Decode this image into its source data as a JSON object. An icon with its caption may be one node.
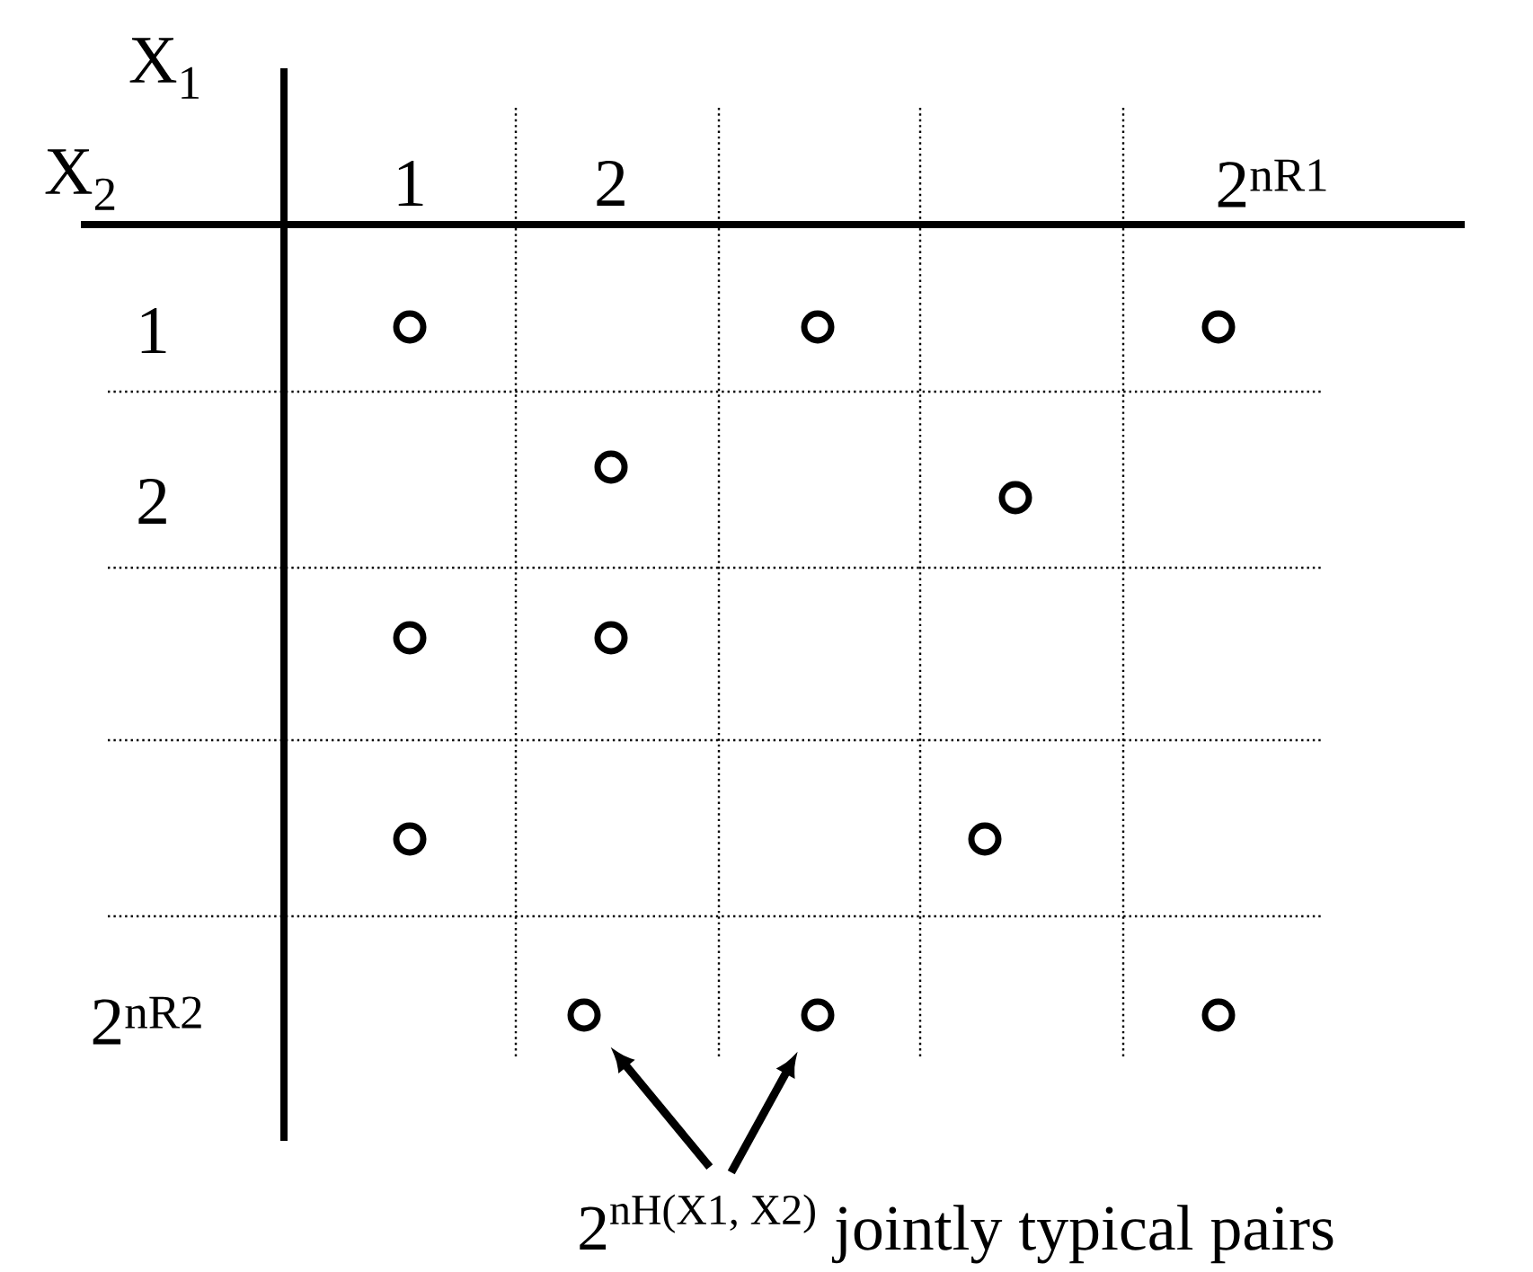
{
  "diagram": {
    "nodes": [
      {
        "text": [],
        "shape": "circle"
      },
      {
        "text": [],
        "shape": "circle"
      },
      {
        "text": [],
        "shape": "circle"
      },
      {
        "text": [],
        "shape": "circle"
      },
      {
        "text": [],
        "shape": "circle"
      },
      {
        "text": [],
        "shape": "circle"
      },
      {
        "text": [],
        "shape": "circle"
      },
      {
        "text": [],
        "shape": "circle"
      },
      {
        "text": [],
        "shape": "circle"
      },
      {
        "text": [],
        "shape": "circle"
      },
      {
        "text": [],
        "shape": "circle"
      },
      {
        "text": [],
        "shape": "circle"
      },
      {
        "text": [
          "\\hbox{2}^{\\hbox{\\fontsize{24}{26}\\selectfont nH(X1, X2)}}",
          "jointly typical pairs"
        ]
      }
    ],
    "edges": [
      {
        "from": 12,
        "to": 9,
        "arrow": "to"
      },
      {
        "from": 12,
        "to": 10,
        "arrow": "to"
      }
    ],
    "labels": [
      "X$_{1}$",
      "X$_{2}$",
      "1",
      "2",
      "2$^{nR1}$",
      "1",
      "2",
      "2$^{nR2}$"
    ]
  }
}
